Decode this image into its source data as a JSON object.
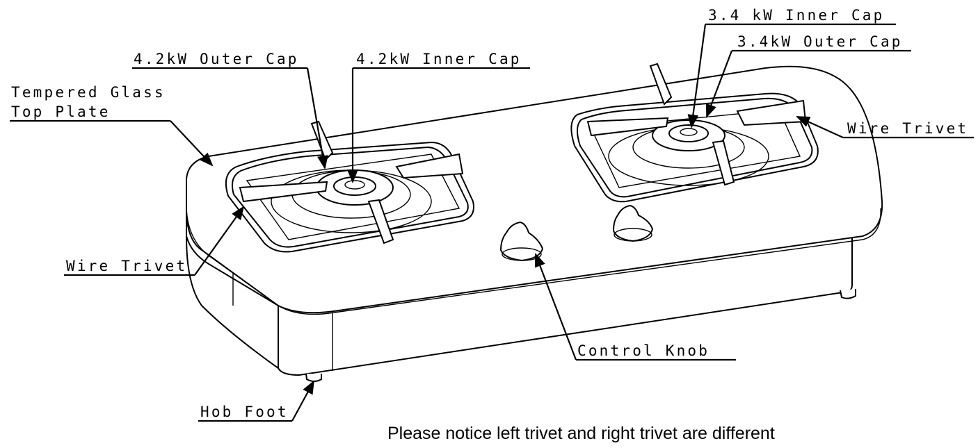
{
  "labels": {
    "glass_line1": "Tempered Glass",
    "glass_line2": "Top Plate",
    "left_outer_cap": "4.2kW Outer Cap",
    "left_inner_cap": "4.2kW Inner Cap",
    "right_inner_cap": "3.4 kW Inner Cap",
    "right_outer_cap": "3.4kW Outer Cap",
    "right_trivet": "Wire Trivet",
    "left_trivet": "Wire Trivet",
    "control_knob": "Control Knob",
    "hob_foot": "Hob Foot"
  },
  "note": "Please notice left trivet and right trivet are different"
}
